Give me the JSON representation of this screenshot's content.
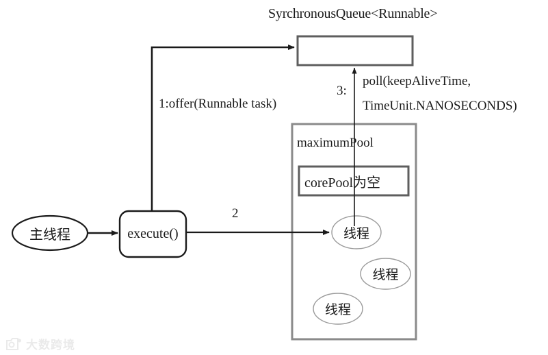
{
  "diagram": {
    "title": "SyrchronousQueue<Runnable>",
    "nodes": {
      "main_thread": "主线程",
      "execute": "execute()",
      "core_pool": "corePool为空",
      "maximum_pool": "maximumPool",
      "thread_1": "线程",
      "thread_2": "线程",
      "thread_3": "线程"
    },
    "edges": {
      "offer_label": "1:offer(Runnable task)",
      "execute_label": "2",
      "poll_number": "3:",
      "poll_line1": "poll(keepAliveTime,",
      "poll_line2": "TimeUnit.NANOSECONDS)"
    },
    "colors": {
      "stroke_dark": "#1a1a1a",
      "stroke_gray": "#7a7a7a",
      "stroke_light": "#a9a9a9",
      "background": "#ffffff"
    }
  },
  "watermark": {
    "text": "大数跨境",
    "icon": "camera-logo-icon"
  }
}
